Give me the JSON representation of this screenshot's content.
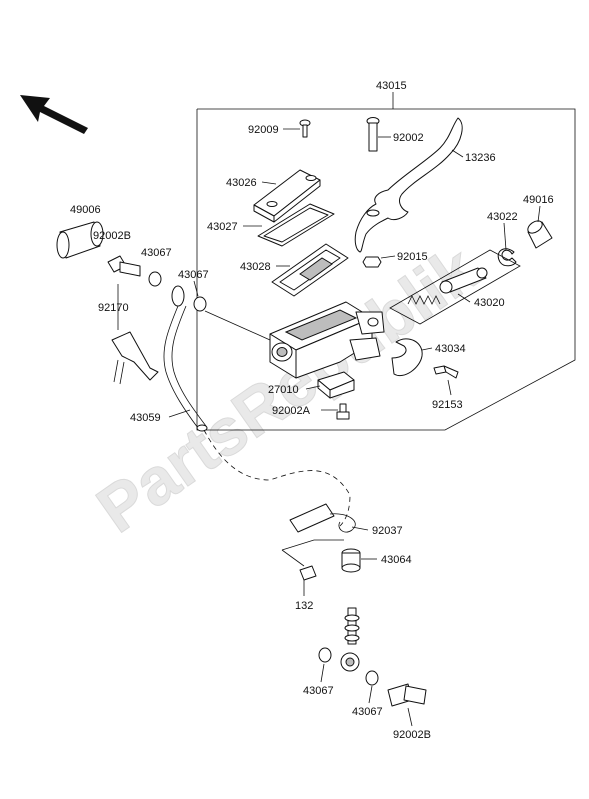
{
  "watermark": "PartsRepublik",
  "labels": {
    "frame": "43015",
    "screw_top": "92009",
    "pin": "92002",
    "lever": "13236",
    "cap": "43026",
    "plate": "43027",
    "diaphragm": "43028",
    "boot_left": "49006",
    "bolt_left": "92002B",
    "washer_left": "43067",
    "washer_mid": "43067",
    "clip": "92170",
    "hose": "43059",
    "boot_right": "49016",
    "snap_ring": "43022",
    "nut": "92015",
    "piston_kit": "43020",
    "clamp": "43034",
    "bolt_clamp": "92153",
    "switch": "27010",
    "bleeder": "92002A",
    "clamp_wire": "92037",
    "grommet": "43064",
    "bolt_small": "132",
    "washer_low1": "43067",
    "washer_low2": "43067",
    "bolt_low": "92002B"
  }
}
